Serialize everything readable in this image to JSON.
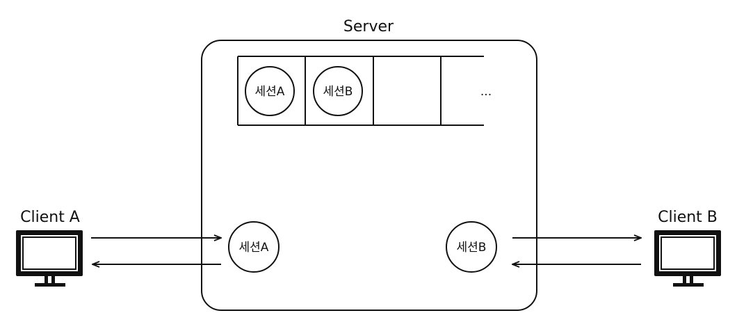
{
  "server": {
    "label": "Server"
  },
  "session_table": {
    "cells": [
      "세션A",
      "세션B",
      "",
      "..."
    ]
  },
  "server_sessions": {
    "left": "세션A",
    "right": "세션B"
  },
  "clients": {
    "a": {
      "label": "Client A"
    },
    "b": {
      "label": "Client B"
    }
  },
  "colors": {
    "stroke": "#111111",
    "background": "#ffffff"
  },
  "icons": {
    "client": "monitor-icon"
  }
}
